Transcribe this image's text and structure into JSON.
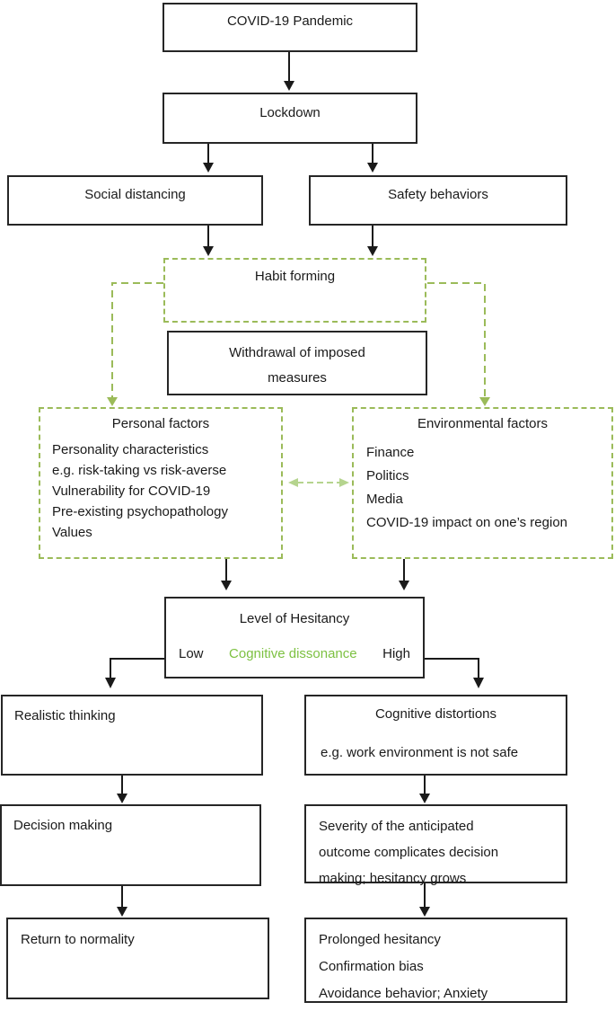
{
  "diagram": {
    "type": "flowchart",
    "background": "#ffffff",
    "colors": {
      "box_border": "#262626",
      "dashed_green": "#9bbb59",
      "light_green_arrow": "#b5d48e",
      "green_text": "#7dc142",
      "text": "#1a1a1a"
    },
    "nodes": {
      "covid": {
        "label": "COVID-19 Pandemic"
      },
      "lockdown": {
        "label": "Lockdown"
      },
      "social": {
        "label": "Social distancing"
      },
      "safety": {
        "label": "Safety behaviors"
      },
      "habit": {
        "label": "Habit forming"
      },
      "withdrawal": {
        "lines": [
          "Withdrawal of imposed",
          "measures"
        ]
      },
      "personal": {
        "title": "Personal factors",
        "items": [
          "Personality characteristics",
          "e.g. risk-taking vs risk-averse",
          "Vulnerability for COVID-19",
          "Pre-existing psychopathology",
          "Values"
        ]
      },
      "environmental": {
        "title": "Environmental factors",
        "items": [
          "Finance",
          "Politics",
          "Media",
          "COVID-19 impact on one’s region"
        ]
      },
      "hesitancy": {
        "title": "Level of Hesitancy",
        "low": "Low",
        "dissonance": "Cognitive dissonance",
        "high": "High"
      },
      "realistic": {
        "label": "Realistic thinking"
      },
      "decision": {
        "label": "Decision making"
      },
      "normality": {
        "label": "Return to normality"
      },
      "distortions": {
        "title": "Cognitive distortions",
        "example": "e.g. work environment is not safe"
      },
      "severity": {
        "lines": [
          "Severity of the anticipated",
          "outcome complicates decision",
          "making; hesitancy grows"
        ]
      },
      "prolonged": {
        "items": [
          "Prolonged hesitancy",
          "Confirmation bias",
          "Avoidance behavior; Anxiety"
        ]
      }
    }
  }
}
